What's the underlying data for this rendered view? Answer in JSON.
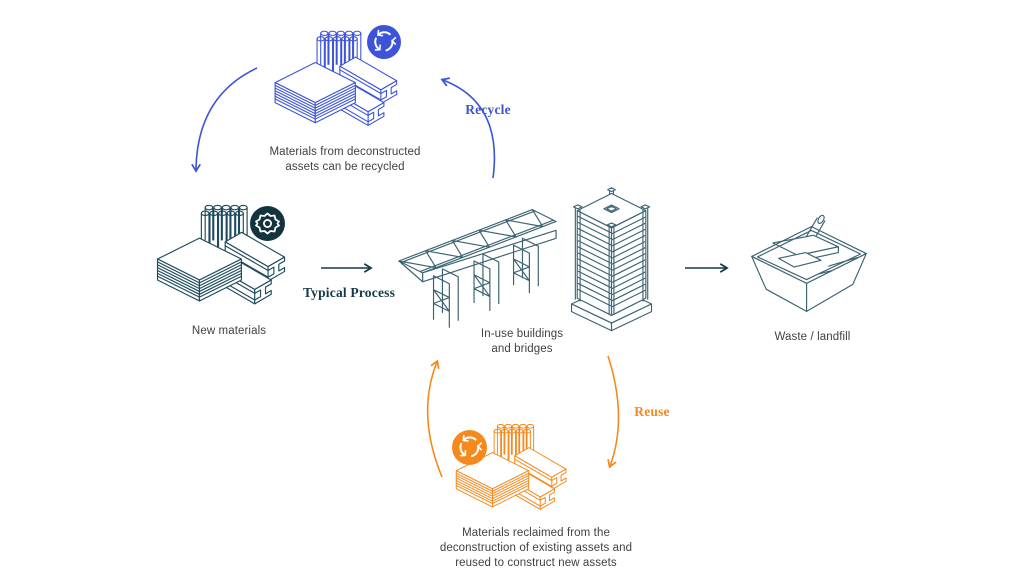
{
  "colors": {
    "blue": "#3d54d8",
    "orange": "#f6891e",
    "teal": "#3d6472",
    "teal-dark": "#16394a",
    "navy-badge": "#12333f",
    "caption": "#414042",
    "white": "#ffffff",
    "background": "#ffffff"
  },
  "labels": {
    "recycle": "Recycle",
    "typical_process": "Typical Process",
    "reuse": "Reuse"
  },
  "nodes": {
    "recycled": {
      "caption": "Materials from deconstructed\nassets can be recycled",
      "icon": "recycle-icon"
    },
    "new_materials": {
      "caption": "New materials",
      "icon": "gear-icon"
    },
    "in_use": {
      "caption": "In-use buildings\nand bridges"
    },
    "waste": {
      "caption": "Waste / landfill"
    },
    "reclaimed": {
      "caption": "Materials reclaimed from the\ndeconstruction of existing assets and\nreused to construct new assets",
      "icon": "recycle-icon"
    }
  }
}
